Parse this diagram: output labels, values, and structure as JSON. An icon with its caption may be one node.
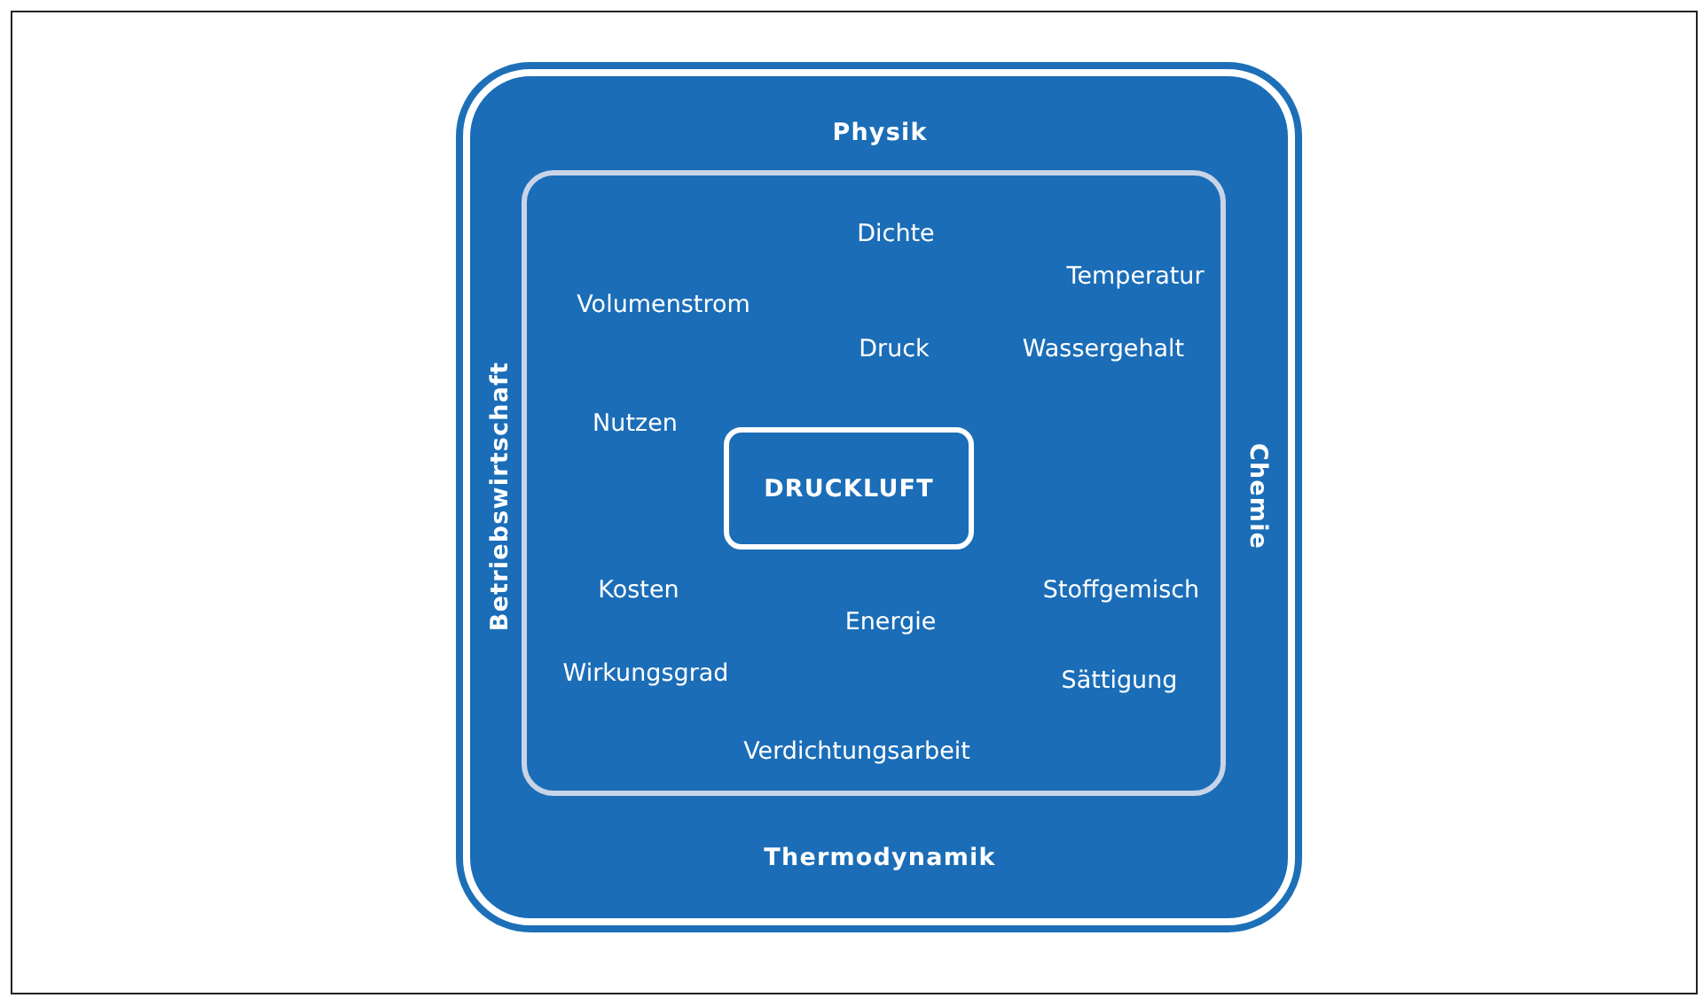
{
  "diagram": {
    "nodes": [
      {
        "text": [
          "Physik",
          "Betriebswirtschaft",
          "Chemie",
          "Thermodynamik"
        ]
      },
      {
        "text": [],
        "shape": "box",
        "in": 0
      },
      {
        "text": [
          "DRUCKLUFT"
        ],
        "in": 1
      }
    ],
    "labels": [
      "Dichte",
      "Temperatur",
      "Volumenstrom",
      "Druck",
      "Wassergehalt",
      "Nutzen",
      "Kosten",
      "Stoffgemisch",
      "Energie",
      "Wirkungsgrad",
      "Sättigung",
      "Verdichtungsarbeit"
    ]
  }
}
